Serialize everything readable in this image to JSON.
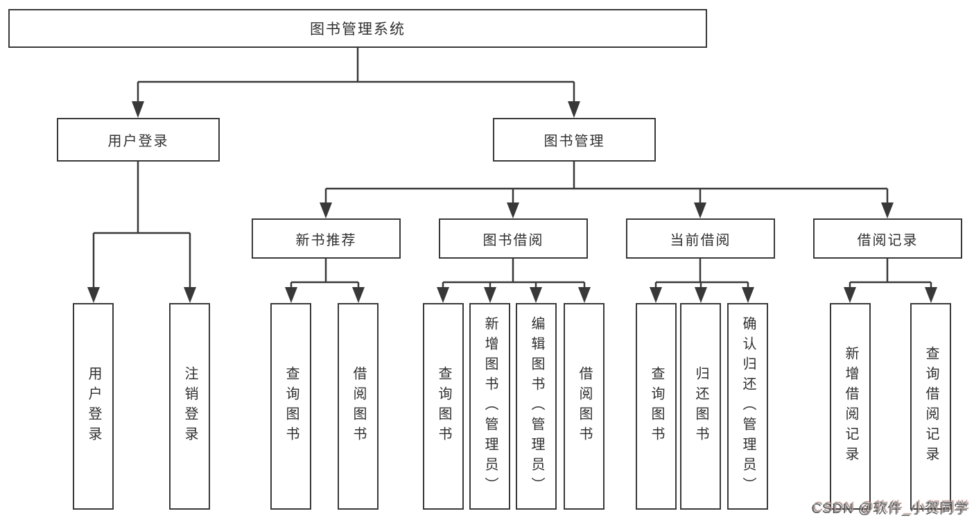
{
  "diagram": {
    "watermark": "CSDN @软件_小贺同学",
    "colors": {
      "line": "#383838",
      "text": "#2f2f2f",
      "box_bg": "#ffffff",
      "page_bg": "#ffffff",
      "watermark": "#9c9c9c",
      "watermark_shadow": "#505050"
    },
    "tree": {
      "label": "图书管理系统",
      "children": [
        {
          "label": "用户登录",
          "children": [
            {
              "label": "用户登录"
            },
            {
              "label": "注销登录"
            }
          ]
        },
        {
          "label": "图书管理",
          "children": [
            {
              "label": "新书推荐",
              "children": [
                {
                  "label": "查询图书"
                },
                {
                  "label": "借阅图书"
                }
              ]
            },
            {
              "label": "图书借阅",
              "children": [
                {
                  "label": "查询图书"
                },
                {
                  "label": "新增图书（管理员）"
                },
                {
                  "label": "编辑图书（管理员）"
                },
                {
                  "label": "借阅图书"
                }
              ]
            },
            {
              "label": "当前借阅",
              "children": [
                {
                  "label": "查询图书"
                },
                {
                  "label": "归还图书"
                },
                {
                  "label": "确认归还（管理员）"
                }
              ]
            },
            {
              "label": "借阅记录",
              "children": [
                {
                  "label": "新增借阅记录"
                },
                {
                  "label": "查询借阅记录"
                }
              ]
            }
          ]
        }
      ]
    }
  }
}
